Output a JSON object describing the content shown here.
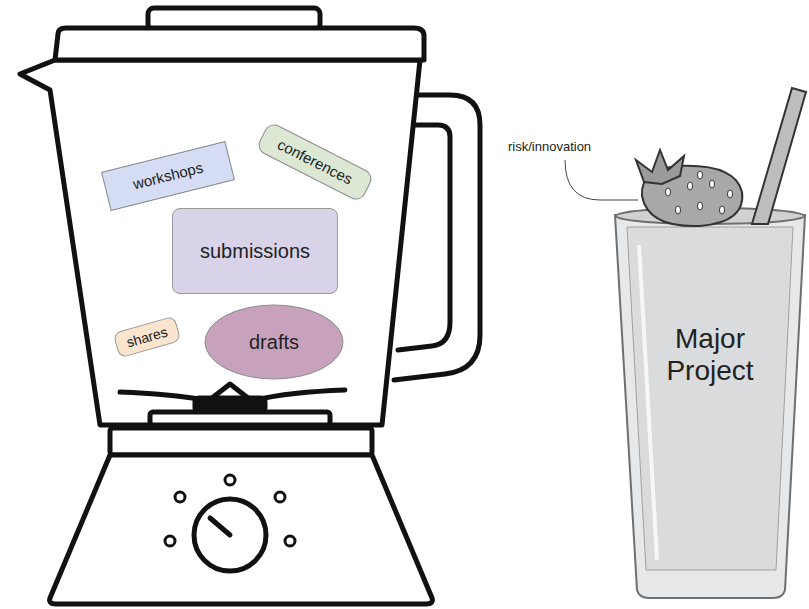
{
  "diagram": {
    "nodes": [
      {
        "text": [
          "workshops"
        ]
      },
      {
        "text": [
          "conferences"
        ]
      },
      {
        "text": [
          "submissions"
        ]
      },
      {
        "text": [
          "shares"
        ]
      },
      {
        "text": [
          "drafts"
        ]
      },
      {
        "text": [
          "Major Project"
        ]
      }
    ],
    "labels": [
      "risk/innovation"
    ]
  }
}
